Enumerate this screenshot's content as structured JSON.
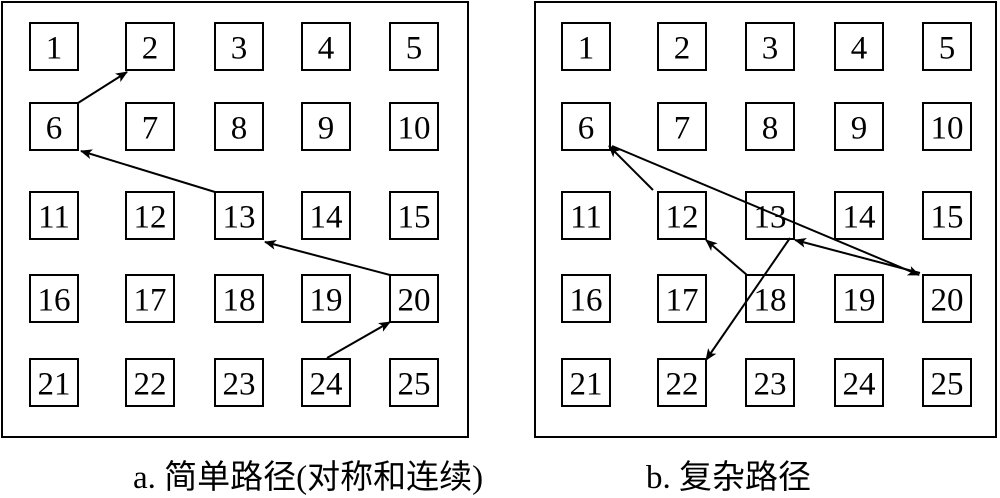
{
  "panels": [
    {
      "caption": "a. 简单路径(对称和连续)",
      "cells": [
        "1",
        "2",
        "3",
        "4",
        "5",
        "6",
        "7",
        "8",
        "9",
        "10",
        "11",
        "12",
        "13",
        "14",
        "15",
        "16",
        "17",
        "18",
        "19",
        "20",
        "21",
        "22",
        "23",
        "24",
        "25"
      ],
      "path": [
        [
          24,
          20
        ],
        [
          20,
          13
        ],
        [
          13,
          6
        ],
        [
          6,
          2
        ]
      ]
    },
    {
      "caption": "b. 复杂路径",
      "cells": [
        "1",
        "2",
        "3",
        "4",
        "5",
        "6",
        "7",
        "8",
        "9",
        "10",
        "11",
        "12",
        "13",
        "14",
        "15",
        "16",
        "17",
        "18",
        "19",
        "20",
        "21",
        "22",
        "23",
        "24",
        "25"
      ],
      "path": [
        [
          18,
          12
        ],
        [
          12,
          6
        ],
        [
          6,
          20
        ],
        [
          20,
          13
        ],
        [
          13,
          22
        ]
      ]
    }
  ]
}
